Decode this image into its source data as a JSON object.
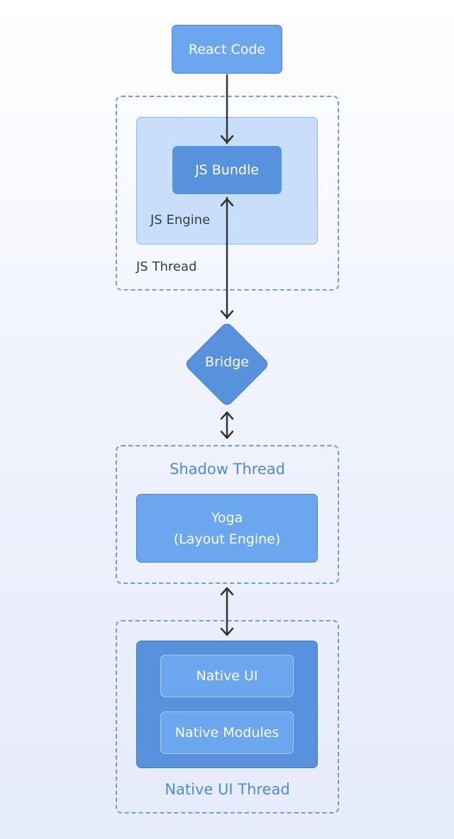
{
  "diagram": {
    "nodes": {
      "react_code": "React Code",
      "js_bundle": "JS Bundle",
      "bridge": "Bridge",
      "yoga_line1": "Yoga",
      "yoga_line2": "(Layout Engine)",
      "native_ui": "Native UI",
      "native_modules": "Native Modules"
    },
    "groups": {
      "js_engine": "JS Engine",
      "js_thread": "JS Thread",
      "shadow_thread": "Shadow Thread",
      "native_ui_thread": "Native UI Thread"
    },
    "edges": [
      {
        "from": "React Code",
        "to": "JS Bundle",
        "direction": "forward"
      },
      {
        "from": "JS Bundle",
        "to": "Bridge",
        "direction": "both"
      },
      {
        "from": "Bridge",
        "to": "Shadow Thread",
        "direction": "both"
      },
      {
        "from": "Shadow Thread",
        "to": "Native UI Thread",
        "direction": "both"
      }
    ],
    "colors": {
      "node_light": "#6ca6ef",
      "node_dark": "#5891dc",
      "engine_fill": "#c8dffc",
      "dashed_border": "#6c9fde",
      "group_title": "#4d8bd6",
      "arrow": "#333333"
    }
  }
}
